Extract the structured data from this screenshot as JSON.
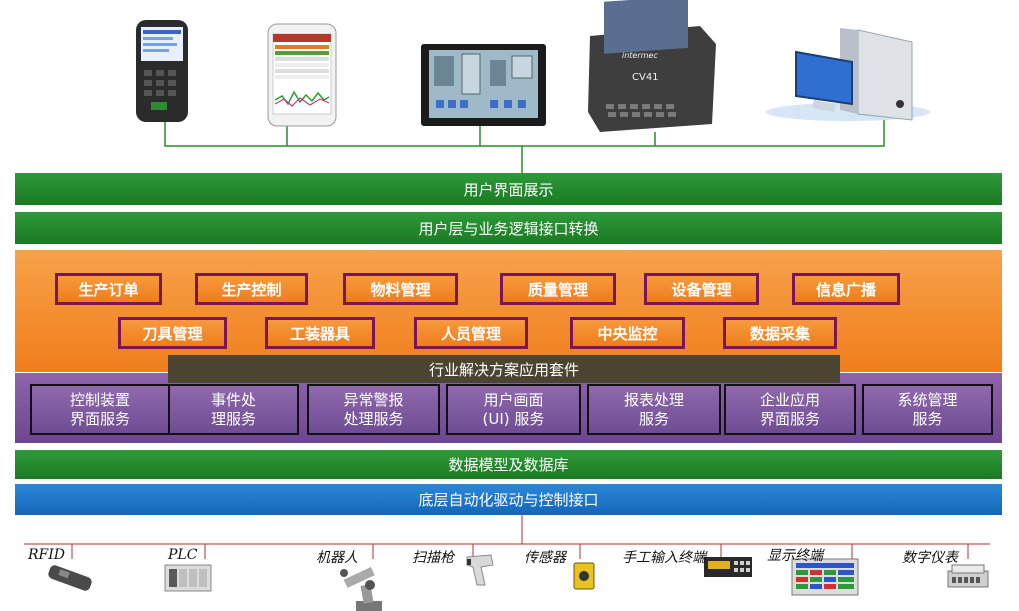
{
  "layers": {
    "ui_display": "用户界面展示",
    "interface_conversion": "用户层与业务逻辑接口转换",
    "data_model": "数据模型及数据库",
    "driver_interface": "底层自动化驱动与控制接口"
  },
  "modules_row1": [
    "生产订单",
    "生产控制",
    "物料管理",
    "质量管理",
    "设备管理",
    "信息广播"
  ],
  "modules_row2": [
    "刀具管理",
    "工装器具",
    "人员管理",
    "中央监控",
    "数据采集"
  ],
  "suite_label": "行业解决方案应用套件",
  "services": [
    "控制装置\n界面服务",
    "事件处\n理服务",
    "异常警报\n处理服务",
    "用户画面\n(UI) 服务",
    "报表处理\n服务",
    "企业应用\n界面服务",
    "系统管理\n服务"
  ],
  "devices": [
    "RFID",
    "PLC",
    "机器人",
    "扫描枪",
    "传感器",
    "手工输入终端",
    "显示终端",
    "数字仪表"
  ],
  "device_screen_text": {
    "tablet_brand": "intermec",
    "tablet_model": "CV41"
  },
  "colors": {
    "green": "#1f8a2a",
    "blue": "#1a6fc4",
    "orange": "#f28a2e",
    "purple": "#7a559c",
    "chip_border": "#7a1556",
    "suite": "#4b4431"
  }
}
